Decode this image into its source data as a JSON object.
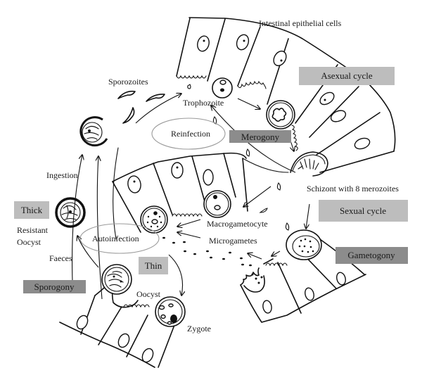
{
  "title_label": "Intestinal epithelial cells",
  "stage_boxes": {
    "asexual_cycle": {
      "label": "Asexual cycle",
      "color": "#bdbdbd"
    },
    "merogony": {
      "label": "Merogony",
      "color": "#8c8c8c"
    },
    "sexual_cycle": {
      "label": "Sexual cycle",
      "color": "#bdbdbd"
    },
    "gametogony": {
      "label": "Gametogony",
      "color": "#8c8c8c"
    },
    "thick": {
      "label": "Thick",
      "color": "#bdbdbd"
    },
    "thin": {
      "label": "Thin",
      "color": "#bdbdbd"
    },
    "sporogony": {
      "label": "Sporogony",
      "color": "#8c8c8c"
    }
  },
  "ovals": {
    "reinfection": "Reinfection",
    "autoinfection": "Autoinfection"
  },
  "labels": {
    "sporozoites": "Sporozoites",
    "trophozoite": "Trophozoite",
    "schizont": "Schizont with 8 merozoites",
    "macrogametocyte": "Macrogametocyte",
    "microgametes": "Microgametes",
    "ingestion": "Ingestion",
    "resistant_oocyst_line1": "Resistant",
    "resistant_oocyst_line2": "Oocyst",
    "faeces": "Faeces",
    "oocyst": "Oocyst",
    "zygote": "Zygote"
  },
  "icons": {
    "epithelium": "epithelial-cell-row",
    "parasite_stages": [
      "sporozoite",
      "trophozoite",
      "meront",
      "schizont",
      "macrogametocyte",
      "microgamont",
      "zygote",
      "oocyst"
    ]
  }
}
